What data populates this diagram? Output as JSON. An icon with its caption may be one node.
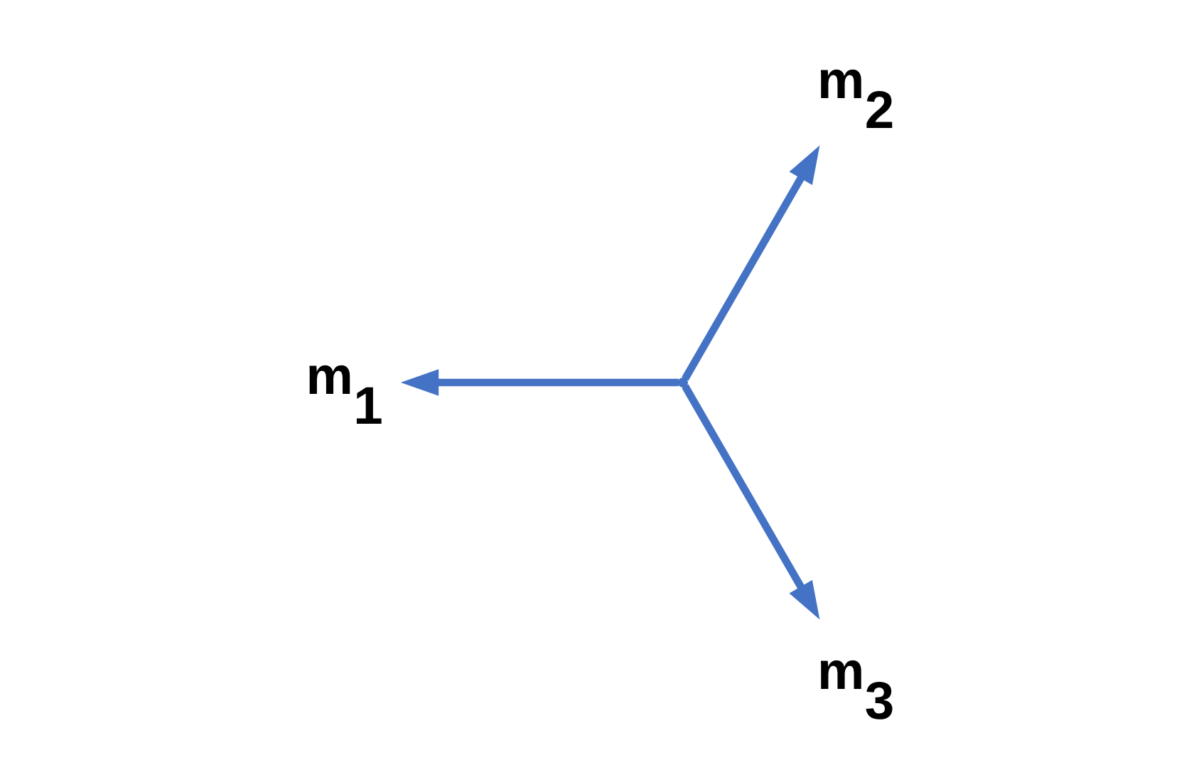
{
  "diagram": {
    "nodes": [
      {
        "text": [
          "m$_{2}$"
        ]
      },
      {
        "text": [
          "m$_{1}$"
        ]
      },
      {
        "text": [],
        "shape": "point"
      },
      {
        "text": [
          "m$_{3}$"
        ]
      }
    ],
    "edges": [
      {
        "from": 2,
        "to": 0,
        "arrow": "to"
      },
      {
        "from": 2,
        "to": 1,
        "arrow": "to"
      },
      {
        "from": 2,
        "to": 3,
        "arrow": "to"
      }
    ]
  }
}
